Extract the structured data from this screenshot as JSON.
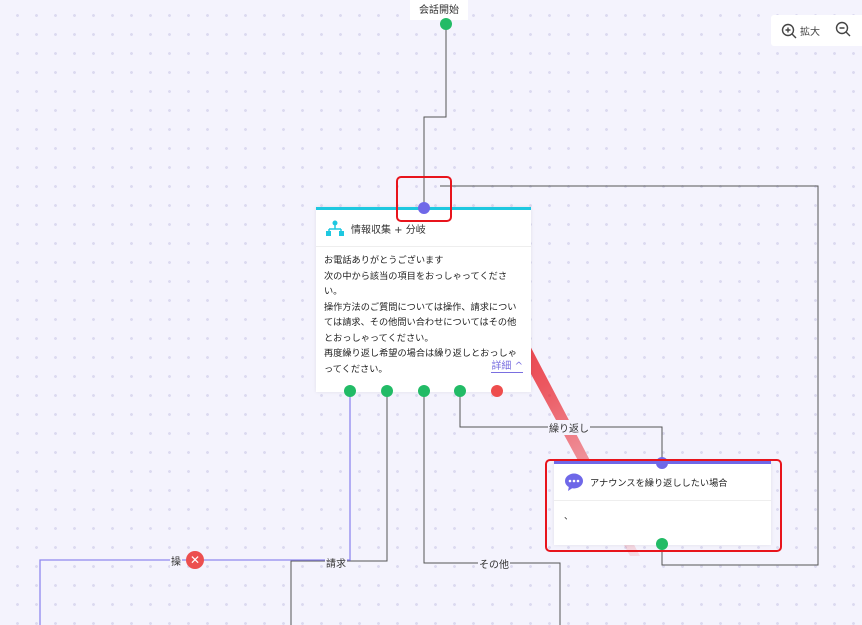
{
  "start_node": {
    "label": "会話開始"
  },
  "toolbar": {
    "zoom_in_label": "拡大"
  },
  "node_branch": {
    "title": "情報収集 + 分岐",
    "body": "お電話ありがとうございます\n次の中から該当の項目をおっしゃってください。\n操作方法のご質問については操作、請求については請求、その他問い合わせについてはその他とおっしゃってください。\n再度繰り返し希望の場合は繰り返しとおっしゃってください。",
    "detail_link": "詳細 ^",
    "accent": "#1ec8e0"
  },
  "node_announce": {
    "title": "アナウンスを繰り返ししたい場合",
    "body": "、",
    "accent": "#6f68e8"
  },
  "edge_labels": {
    "billing": "請求",
    "other": "その他",
    "repeat": "繰り返し",
    "operation": "操"
  },
  "colors": {
    "annotation": "#e8141c",
    "port_green": "#22bb66",
    "port_red": "#ee4d4d"
  }
}
